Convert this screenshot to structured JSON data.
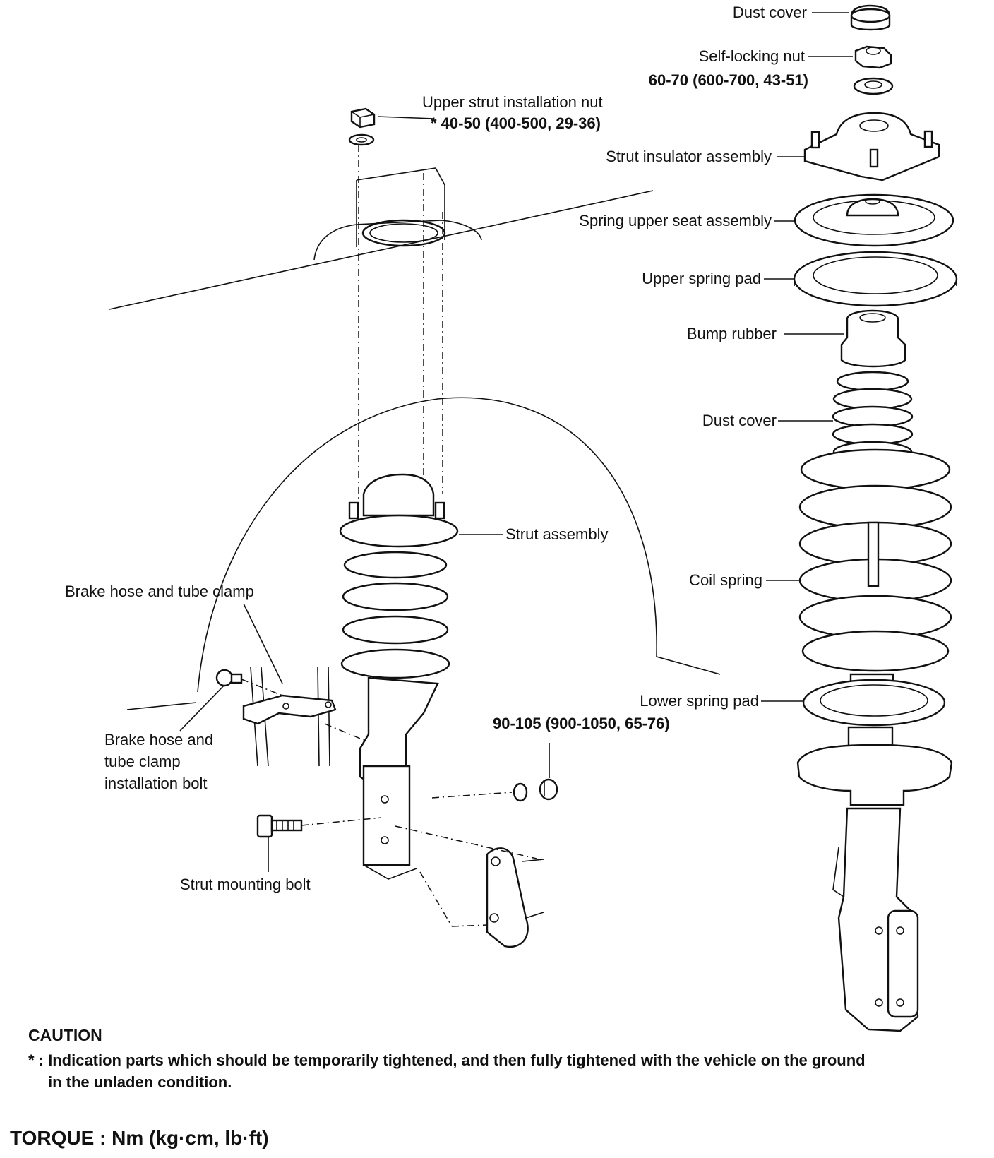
{
  "labels": {
    "dust_cover_top": "Dust cover",
    "self_locking_nut": "Self-locking nut",
    "self_locking_nut_torque": "60-70 (600-700, 43-51)",
    "upper_strut_nut": "Upper strut installation nut",
    "upper_strut_nut_torque": "* 40-50 (400-500, 29-36)",
    "strut_insulator": "Strut insulator assembly",
    "spring_upper_seat": "Spring upper seat assembly",
    "upper_spring_pad": "Upper spring pad",
    "bump_rubber": "Bump rubber",
    "dust_cover_mid": "Dust cover",
    "strut_assembly": "Strut assembly",
    "coil_spring": "Coil spring",
    "brake_hose_clamp": "Brake hose and tube clamp",
    "lower_spring_pad": "Lower spring pad",
    "mount_torque": "90-105 (900-1050, 65-76)",
    "clamp_bolt_line1": "Brake hose and",
    "clamp_bolt_line2": "tube clamp",
    "clamp_bolt_line3": "installation bolt",
    "strut_mounting_bolt": "Strut mounting bolt"
  },
  "caution": {
    "title": "CAUTION",
    "text": "* : Indication parts which should be temporarily tightened, and then fully tightened with the vehicle on the ground in the unladen condition."
  },
  "torque_units": "TORQUE : Nm (kg·cm, lb·ft)"
}
